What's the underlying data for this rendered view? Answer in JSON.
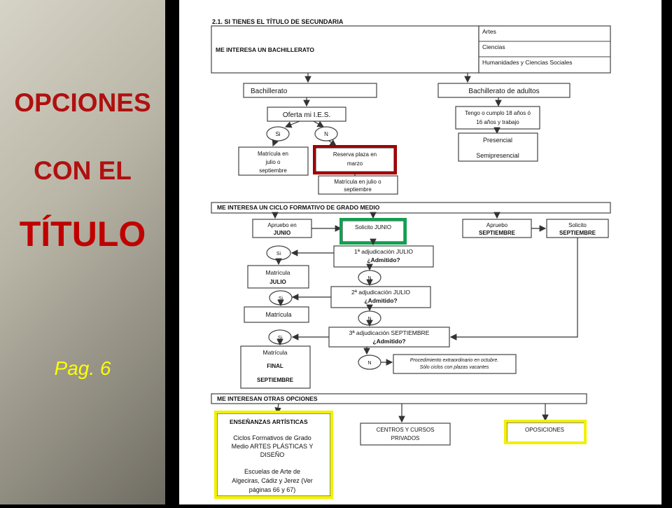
{
  "slide": {
    "title_lines": [
      "OPCIONES",
      "CON EL",
      "TÍTULO"
    ],
    "page_ref": "Pag. 6"
  },
  "colors": {
    "title_red": "#b01010",
    "page_yellow": "#ffff00",
    "highlight_red": "#a00000",
    "highlight_green": "#10a050",
    "highlight_yellow": "#f0f000"
  },
  "section1": {
    "heading": "2.1. SI TIENES EL TÍTULO DE SECUNDARIA",
    "interest": "ME INTERESA UN BACHILLERATO",
    "modalities": [
      "Artes",
      "Ciencias",
      "Humanidades y Ciencias Sociales"
    ],
    "bachillerato": "Bachillerato",
    "adultos": "Bachillerato de adultos",
    "oferta": "Oferta mi I.E.S.",
    "si": "Si",
    "no": "N",
    "matricula_si": [
      "Matrícula en",
      "julio o",
      "septiembre"
    ],
    "reserva": [
      "Reserva plaza en",
      "marzo"
    ],
    "matricula_no": [
      "Matrícula en julio o",
      "septiembre"
    ],
    "adultos_req": [
      "Tengo o cumplo 18 años ó",
      "16 años y trabajo"
    ],
    "adultos_mod": [
      "Presencial",
      "Semipresencial"
    ]
  },
  "section2": {
    "interest": "ME INTERESA UN CICLO FORMATIVO DE GRADO MEDIO",
    "apruebo_junio": [
      "Apruebo en",
      "JUNIO"
    ],
    "solicito_junio": "Solicito JUNIO",
    "apruebo_sept": [
      "Apruebo",
      "SEPTIEMBRE"
    ],
    "solicito_sept": [
      "Solicito",
      "SEPTIEMBRE"
    ],
    "adj1": [
      "1ª adjudicación JULIO",
      "¿Admitido?"
    ],
    "adj2": [
      "2ª adjudicación JULIO",
      "¿Admitido?"
    ],
    "adj3": [
      "3ª adjudicación SEPTIEMBRE",
      "¿Admitido?"
    ],
    "si": "Si",
    "no": "N",
    "mat_julio": [
      "Matrícula",
      "JULIO"
    ],
    "mat": "Matrícula",
    "mat_final": [
      "Matrícula",
      "FINAL",
      "SEPTIEMBRE"
    ],
    "procedimiento": [
      "Procedimiento extraordinario en octubre.",
      "Sólo ciclos con plazas vacantes"
    ]
  },
  "section3": {
    "interest": "ME INTERESAN OTRAS OPCIONES",
    "artisticas_title": "ENSEÑANZAS ARTÍSTICAS",
    "artisticas_lines": [
      "Ciclos Formativos de Grado",
      "Medio ARTES PLÁSTICAS Y",
      "DISEÑO",
      "Escuelas de Arte de",
      "Algeciras, Cádiz y Jerez (Ver",
      "páginas 66 y 67)"
    ],
    "centros": [
      "CENTROS Y CURSOS",
      "PRIVADOS"
    ],
    "oposiciones": "OPOSICIONES"
  }
}
